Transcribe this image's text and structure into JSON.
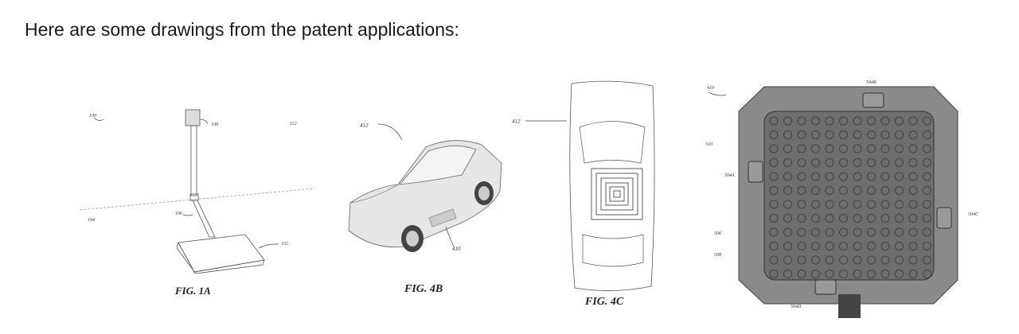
{
  "heading": "Here are some drawings from the patent applications:",
  "figures": [
    {
      "caption": "FIG. 1A",
      "labels": {
        "a": "100",
        "b": "108",
        "c": "112",
        "d": "104",
        "e": "106",
        "f": "102"
      }
    },
    {
      "caption": "FIG. 4B",
      "labels": {
        "a": "412",
        "b": "410"
      }
    },
    {
      "caption": "FIG. 4C",
      "labels": {
        "a": "412"
      }
    },
    {
      "caption": "",
      "labels": {
        "a": "410",
        "b": "504B",
        "c": "510",
        "d": "504A",
        "e": "504C",
        "f": "506",
        "g": "508",
        "h": "504D"
      }
    }
  ]
}
